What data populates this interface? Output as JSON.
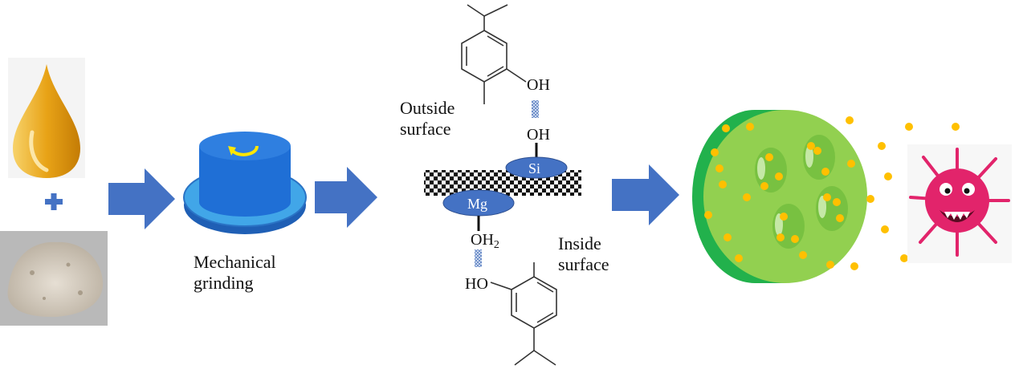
{
  "labels": {
    "grinding_line1": "Mechanical",
    "grinding_line2": "grinding",
    "outside_line1": "Outside",
    "outside_line2": "surface",
    "inside_line1": "Inside",
    "inside_line2": "surface",
    "oh_top": "OH",
    "oh_surface": "OH",
    "si": "Si",
    "mg": "Mg",
    "oh2_main": "OH",
    "oh2_sub": "2",
    "ho_bottom": "HO"
  },
  "colors": {
    "arrow": "#4472c4",
    "oil_drop": "#e8a317",
    "powder": "#d8d0c4",
    "grinder": "#1f6fd6",
    "ellipse": "#4472c4",
    "capsule_dark": "#22b14c",
    "capsule_light": "#92d050",
    "dots": "#ffc000",
    "microbe": "#e2246b"
  },
  "icons": [
    "oil-drop-icon",
    "plus-icon",
    "powder-icon",
    "grinder-icon",
    "rotation-arrow-icon",
    "thymol-molecule-icon",
    "capsule-icon",
    "microbe-icon"
  ]
}
